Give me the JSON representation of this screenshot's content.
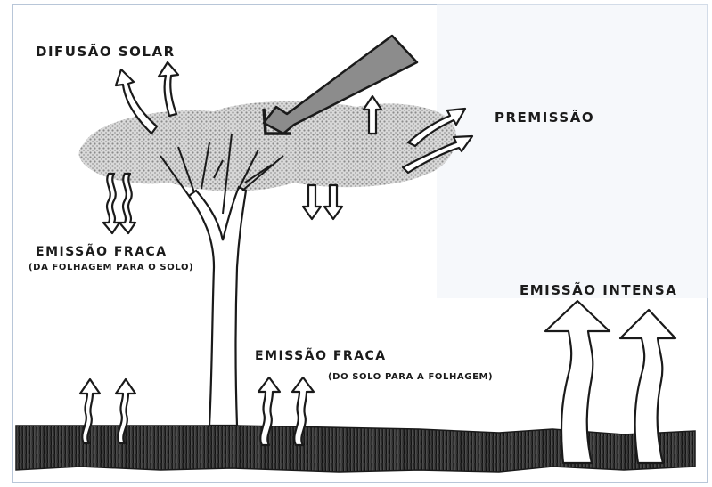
{
  "labels": {
    "difusao_solar": "DIFUSÃO SOLAR",
    "premissao": "PREMISSÃO",
    "emissao_fraca_top": "EMISSÃO FRACA",
    "emissao_fraca_top_sub": "(DA FOLHAGEM PARA O SOLO)",
    "emissao_fraca_bottom": "EMISSÃO FRACA",
    "emissao_fraca_bottom_sub": "(DO SOLO PARA A FOLHAGEM)",
    "emissao_intensa": "EMISSÃO INTENSA"
  },
  "colors": {
    "ink": "#1a1a1a",
    "solar_ray": "#8c8c8c",
    "canopy": "#bdbdbd",
    "soil": "#2a2a2a",
    "frame": "#b8c6d8",
    "paper": "#ffffff"
  }
}
